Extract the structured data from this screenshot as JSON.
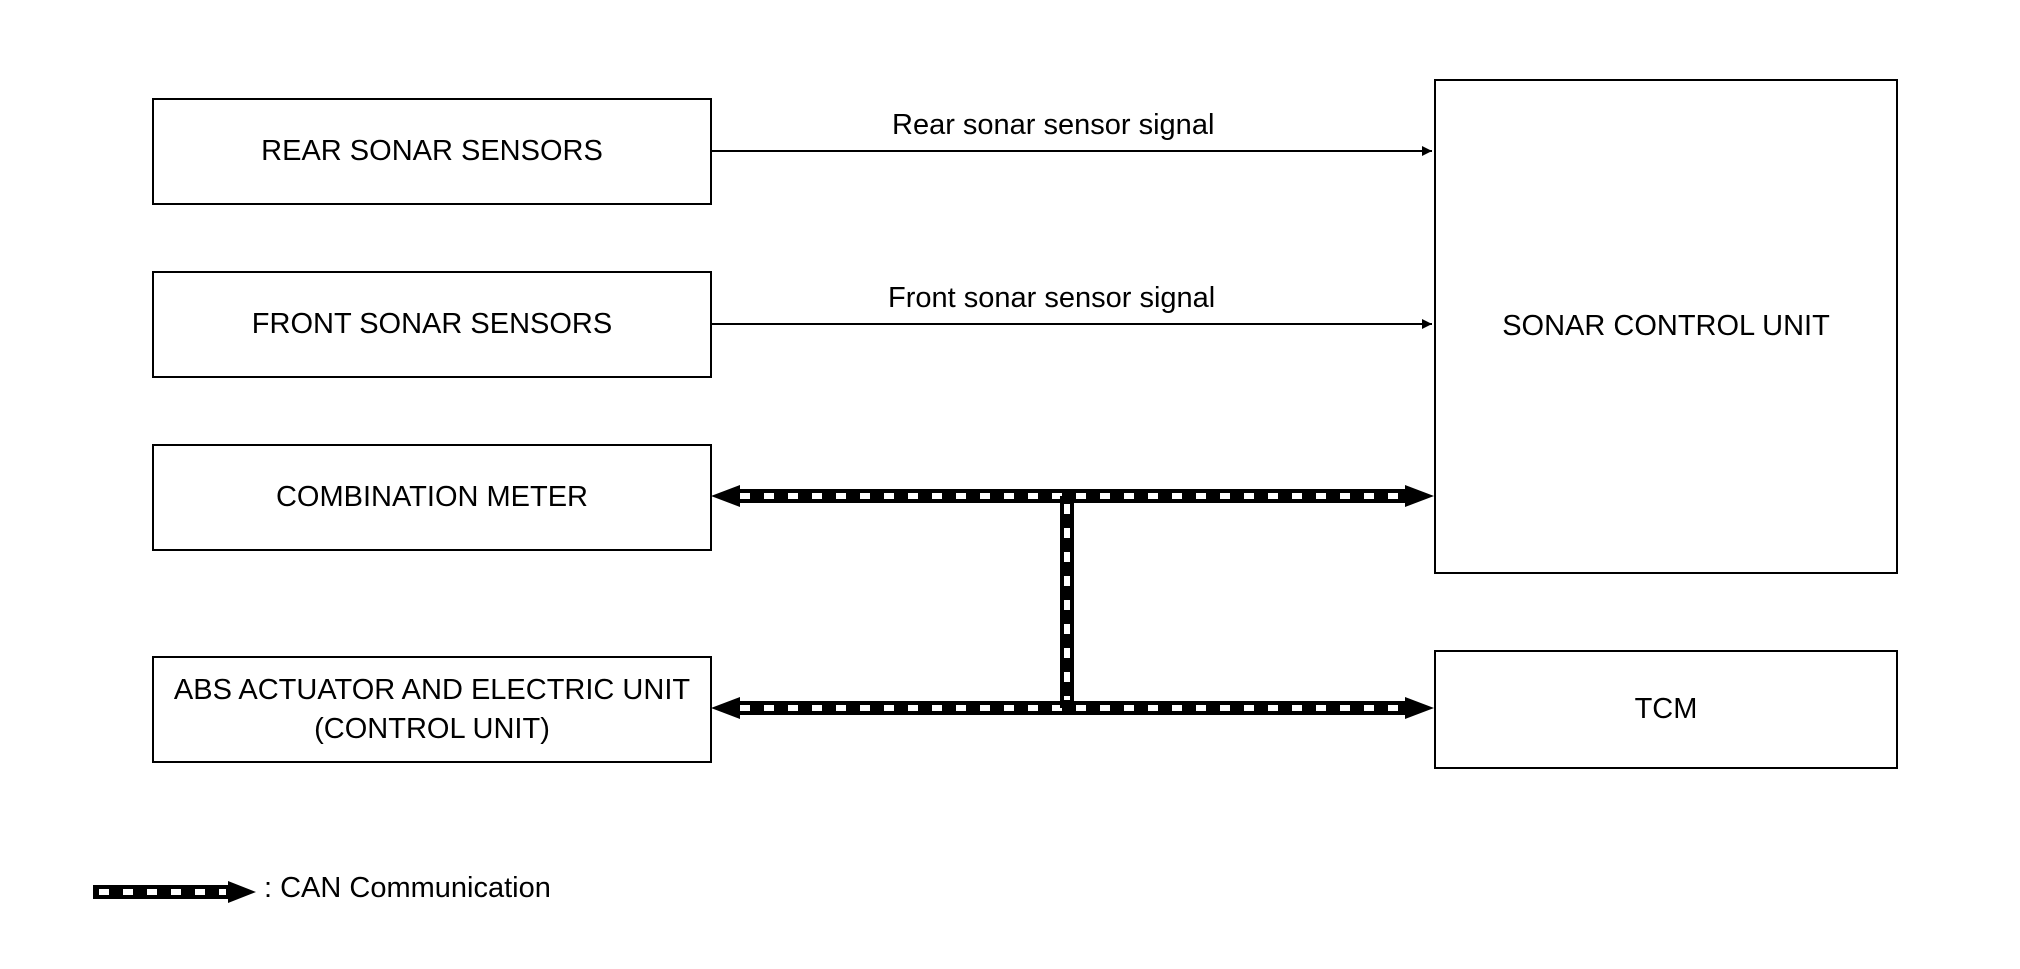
{
  "diagram": {
    "boxes": {
      "rear_sonar_sensors": "REAR SONAR SENSORS",
      "front_sonar_sensors": "FRONT SONAR SENSORS",
      "combination_meter": "COMBINATION METER",
      "abs_line1": "ABS ACTUATOR AND ELECTRIC UNIT",
      "abs_line2": "(CONTROL UNIT)",
      "sonar_control_unit": "SONAR CONTROL UNIT",
      "tcm": "TCM"
    },
    "signals": {
      "rear": "Rear sonar sensor signal",
      "front": "Front sonar sensor signal"
    },
    "legend": {
      "can_label": ": CAN Communication"
    }
  }
}
